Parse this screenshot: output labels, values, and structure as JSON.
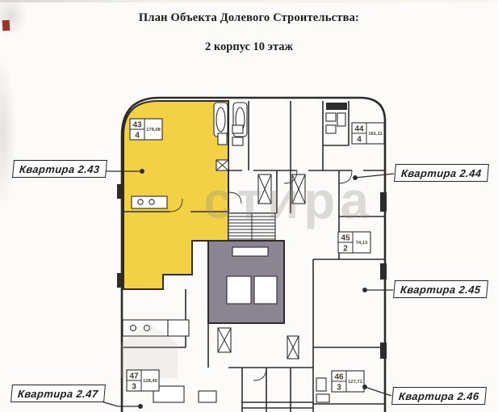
{
  "title": {
    "line1": "План Объекта Долевого Строительства:",
    "line2": "2 корпус 10 этаж"
  },
  "watermark": {
    "text": "стира"
  },
  "callouts": {
    "c243": {
      "label": "Квартира 2.43"
    },
    "c244": {
      "label": "Квартира 2.44"
    },
    "c245": {
      "label": "Квартира 2.45"
    },
    "c246": {
      "label": "Квартира 2.46"
    },
    "c247": {
      "label": "Квартира 2.47"
    }
  },
  "units": {
    "u43": {
      "number": "43",
      "rooms": "4",
      "area": "179,08"
    },
    "u44": {
      "number": "44",
      "rooms": "4",
      "area": "181,11"
    },
    "u45": {
      "number": "45",
      "rooms": "2",
      "area": "74,13"
    },
    "u46": {
      "number": "46",
      "rooms": "3",
      "area": "127,71"
    },
    "u47": {
      "number": "47",
      "rooms": "3",
      "area": "128,45"
    }
  },
  "colors": {
    "highlight_yellow": "#F2D244",
    "core_gray": "#8B8591",
    "wall_ink": "#2E2C2B",
    "watermark_gray": "#8D877E",
    "red_mark": "#A33127"
  }
}
